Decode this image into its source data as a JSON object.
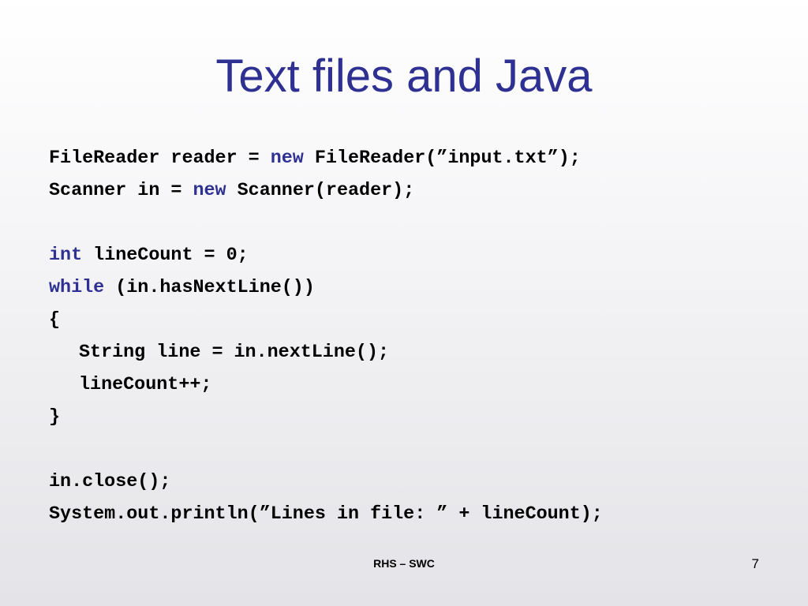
{
  "slide": {
    "title": "Text files and Java",
    "accent_color": "#2e3192",
    "code": {
      "line1": {
        "a": "FileReader reader = ",
        "kw": "new",
        "b": " FileReader(”input.txt”);"
      },
      "line2": {
        "a": "Scanner in = ",
        "kw": "new",
        "b": " Scanner(reader);"
      },
      "line4": {
        "kw": "int",
        "b": " lineCount = 0;"
      },
      "line5": {
        "kw": "while",
        "b": " (in.hasNextLine())"
      },
      "line6": "{",
      "line7": "String line = in.nextLine();",
      "line8": "lineCount++;",
      "line9": "}",
      "line11": "in.close();",
      "line12": "System.out.println(”Lines in file: ” + lineCount);"
    },
    "footer": {
      "center": "RHS – SWC",
      "page_number": "7"
    }
  }
}
